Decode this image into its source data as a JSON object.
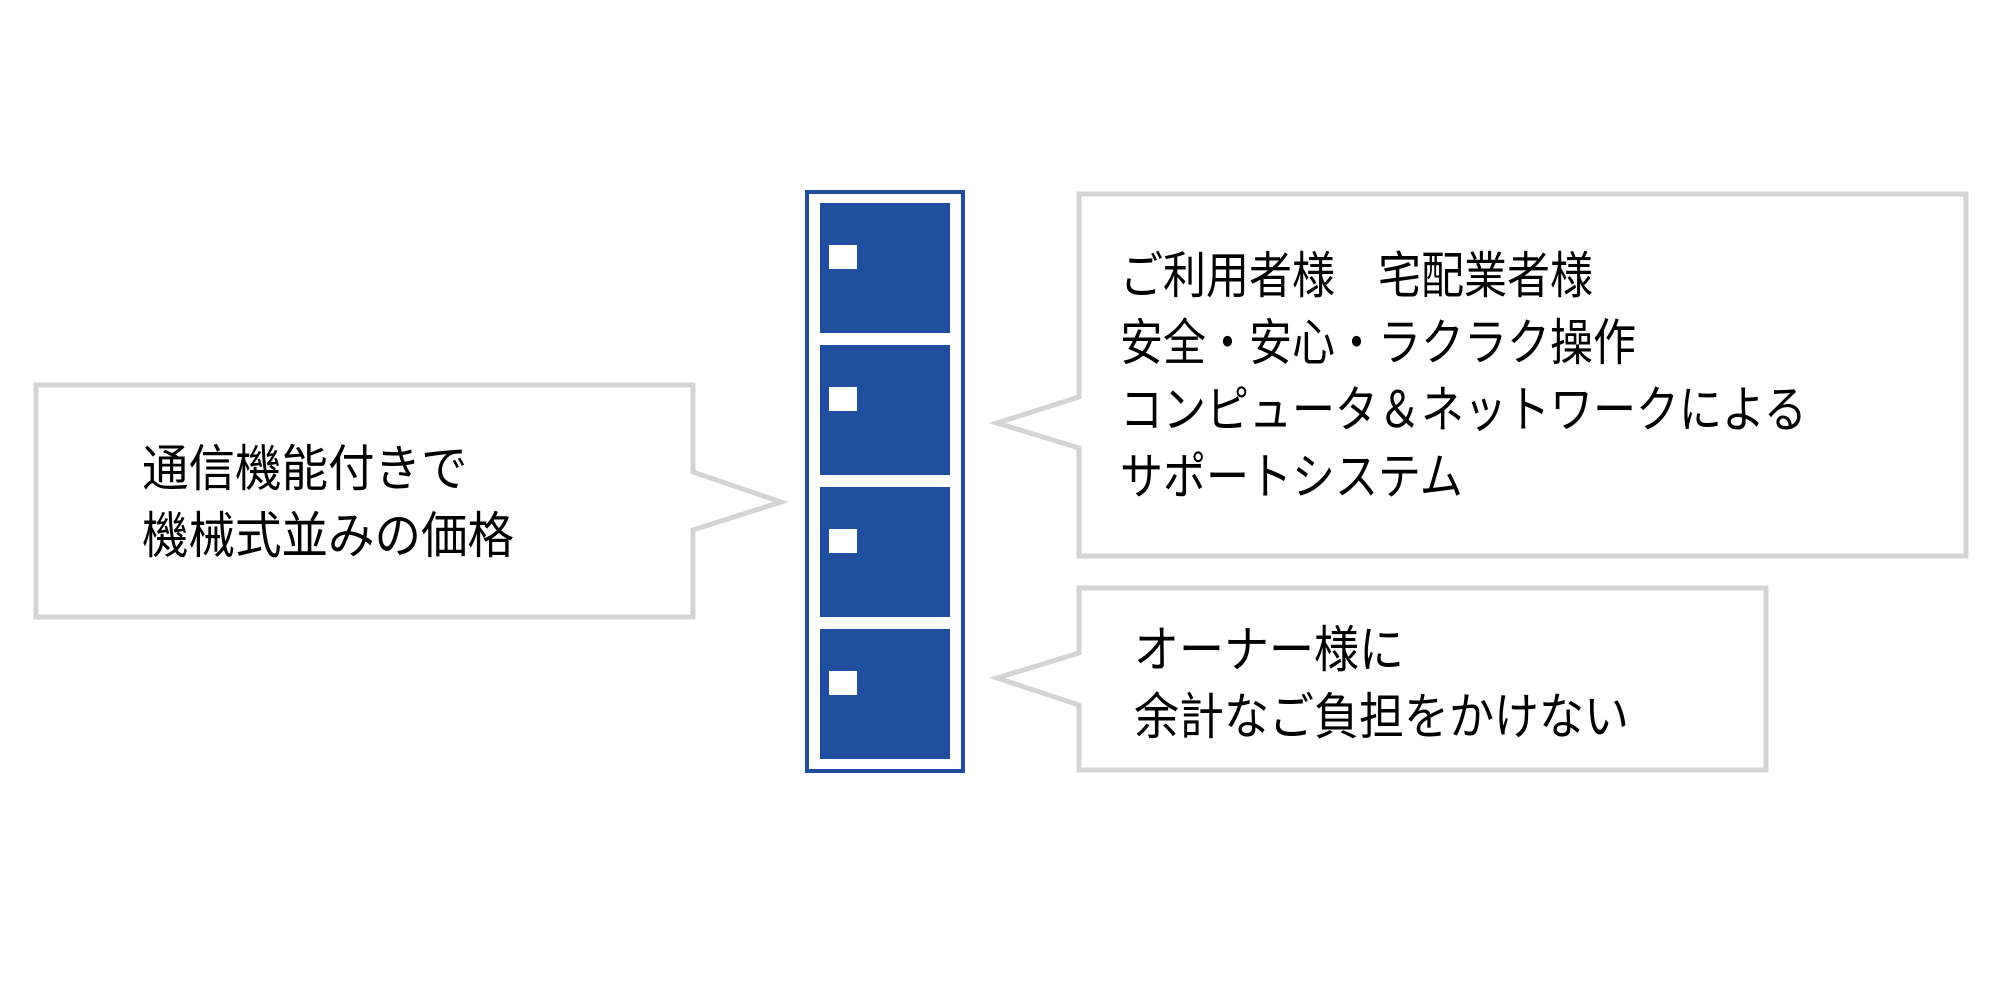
{
  "diagram": {
    "title": "locker-feature-callouts",
    "colors": {
      "locker_blue": "#1f4e9f",
      "callout_border": "#d4d4d4",
      "text": "#000000",
      "background": "#ffffff"
    },
    "callouts": {
      "left": {
        "lines": [
          "通信機能付きで",
          "機械式並みの価格"
        ]
      },
      "right_top": {
        "lines": [
          "ご利用者様　宅配業者様",
          "安全・安心・ラクラク操作",
          "コンピュータ＆ネットワークによる",
          "サポートシステム"
        ]
      },
      "right_bottom": {
        "lines": [
          "オーナー様に",
          "余計なご負担をかけない"
        ]
      }
    },
    "locker": {
      "compartment_count": 4,
      "compartments": [
        {
          "name": "compartment-1"
        },
        {
          "name": "compartment-2"
        },
        {
          "name": "compartment-3"
        },
        {
          "name": "compartment-4"
        }
      ]
    }
  }
}
